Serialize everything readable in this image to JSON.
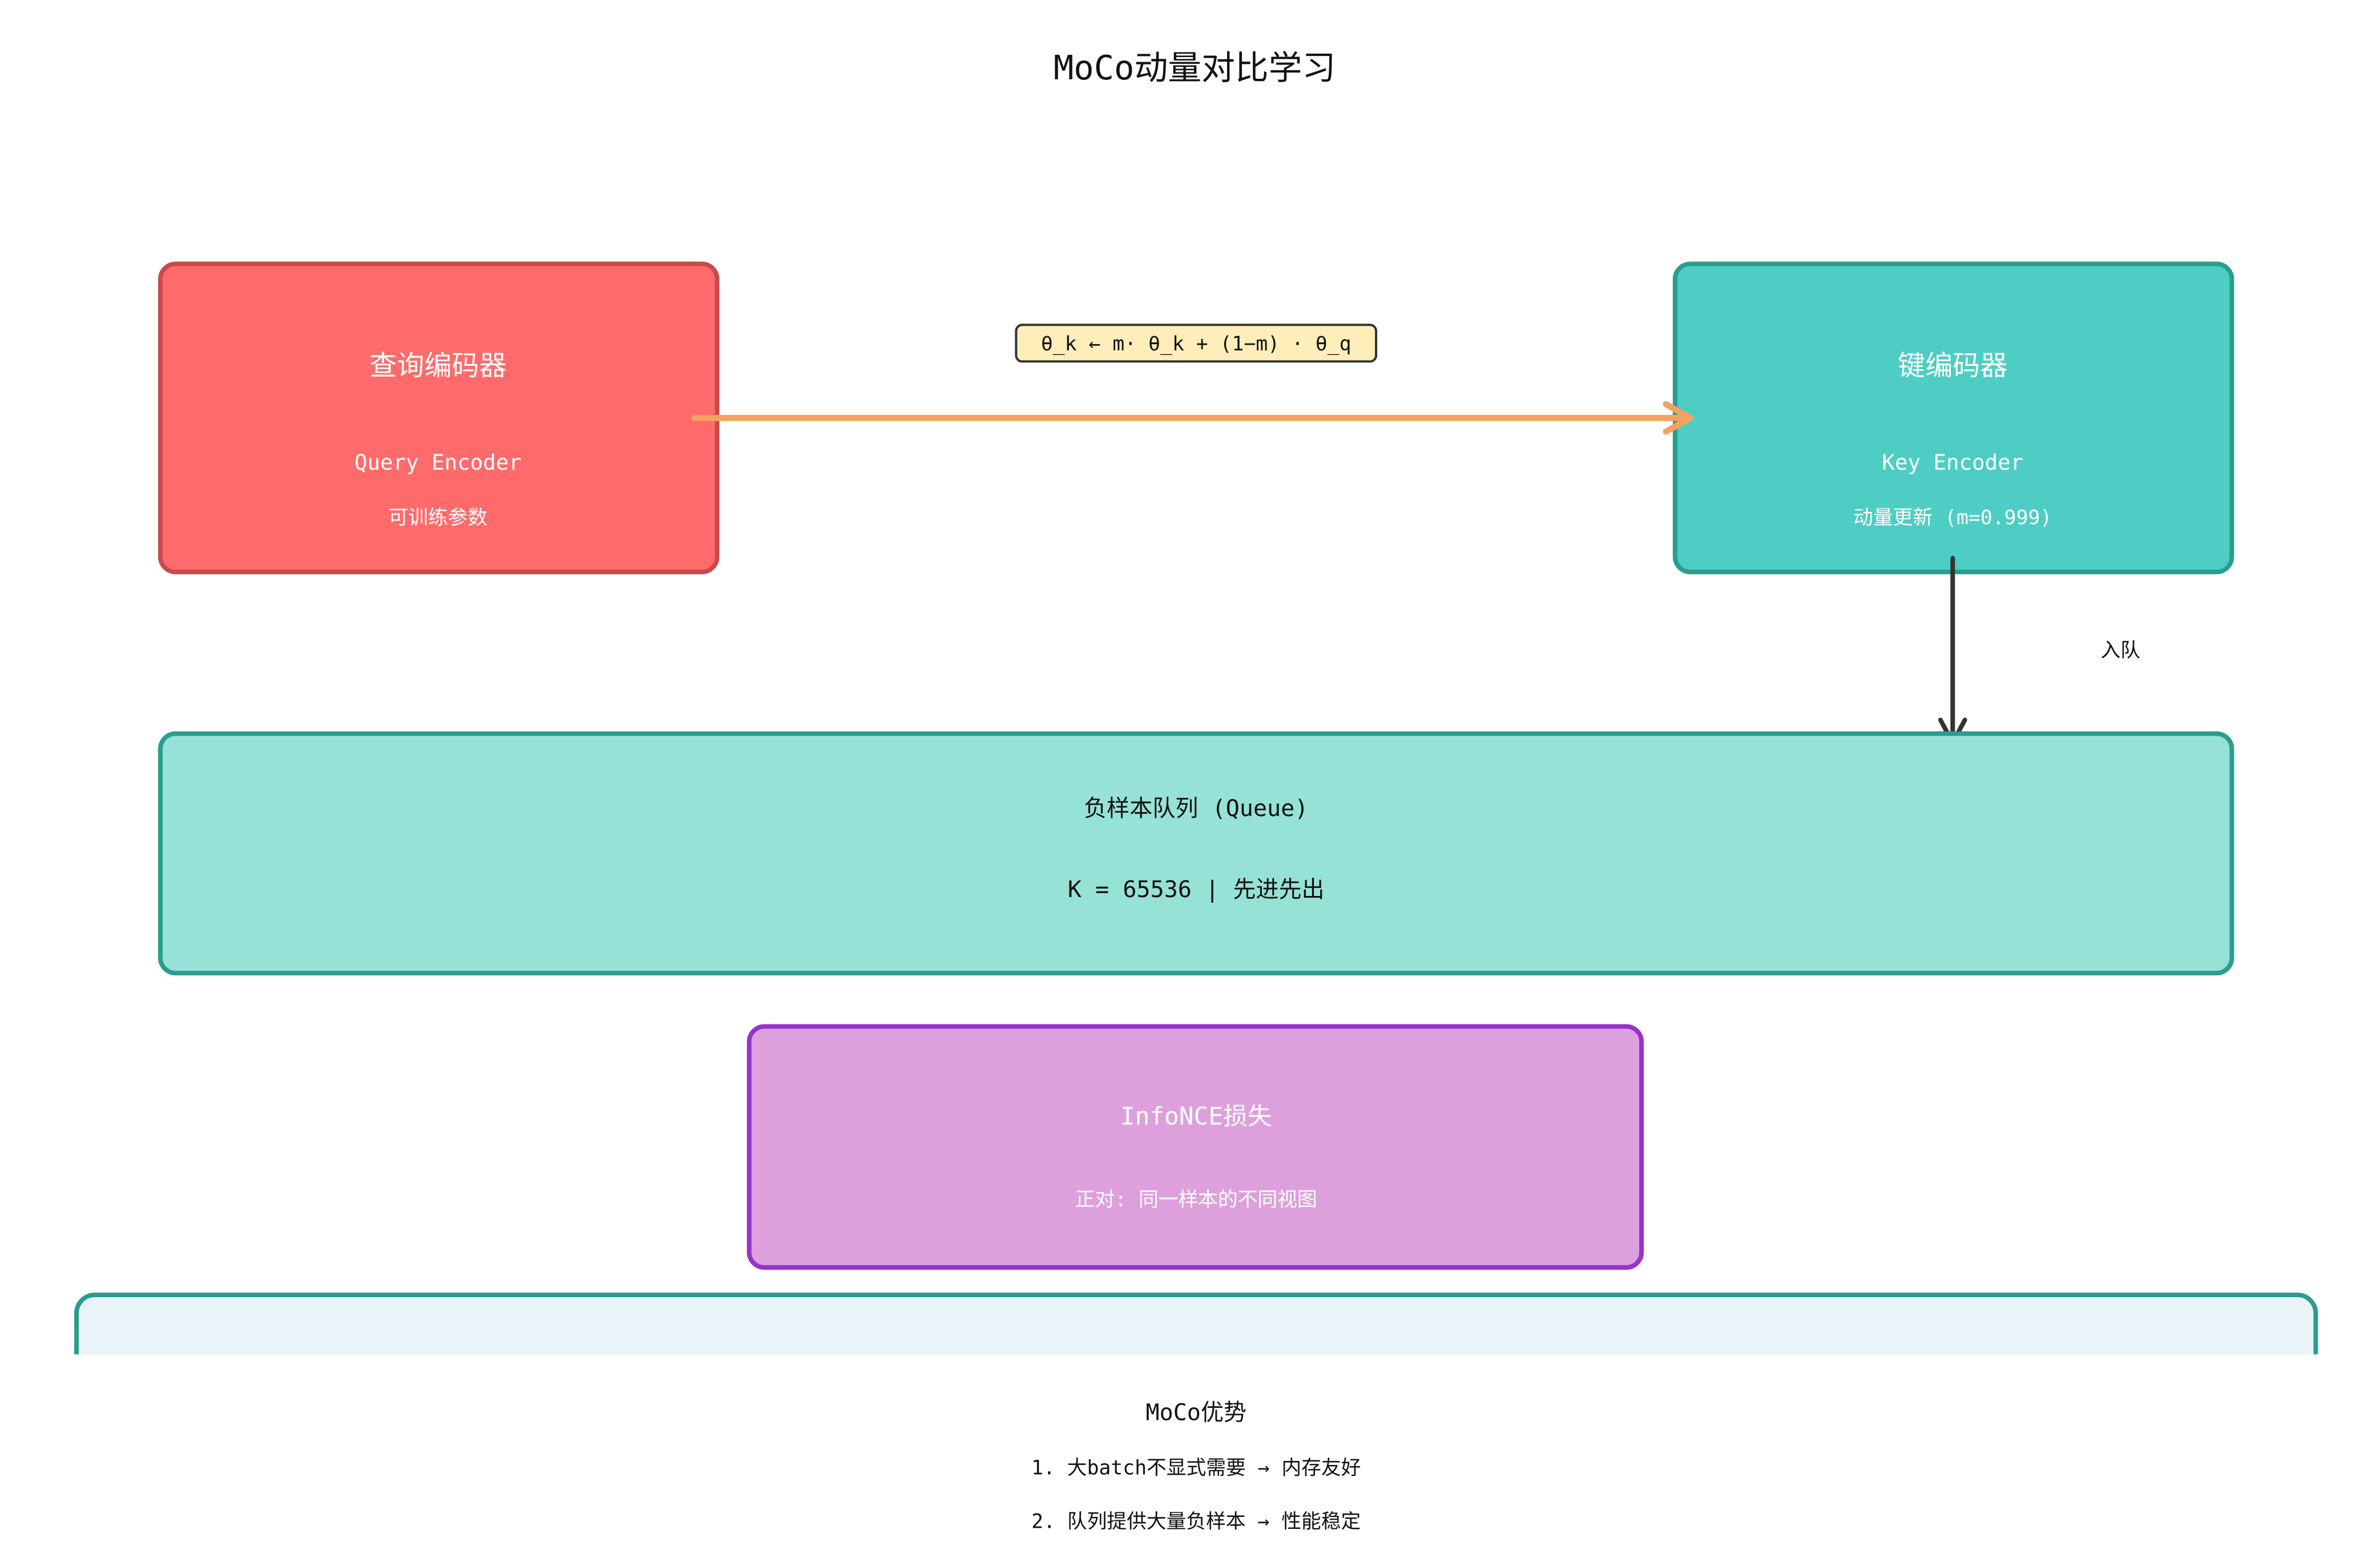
{
  "title": "MoCo动量对比学习",
  "query_encoder": {
    "title": "查询编码器",
    "subtitle": "Query Encoder",
    "note": "可训练参数",
    "fill": "#ff6b6b",
    "stroke": "#c84b4b"
  },
  "key_encoder": {
    "title": "键编码器",
    "subtitle": "Key Encoder",
    "note": "动量更新 (m=0.999)",
    "fill": "#4ecdc4",
    "stroke": "#2a9d8f"
  },
  "momentum_formula": "θ_k ← m· θ_k + (1−m) · θ_q",
  "momentum_arrow_color": "#f4a261",
  "enqueue_label": "入队",
  "queue": {
    "title": "负样本队列 (Queue)",
    "detail": "K = 65536 | 先进先出",
    "fill": "#96e2d6",
    "stroke": "#2a9d8f"
  },
  "loss": {
    "title": "InfoNCE损失",
    "detail": "正对: 同一样本的不同视图",
    "fill": "#dda0dd",
    "stroke": "#9932cc"
  },
  "advantages": {
    "title": "MoCo优势",
    "items": [
      "1. 大batch不显式需要 → 内存友好",
      "2. 队列提供大量负样本 → 性能稳定"
    ],
    "fill": "#e8f4f8",
    "stroke": "#2a9d8f"
  }
}
